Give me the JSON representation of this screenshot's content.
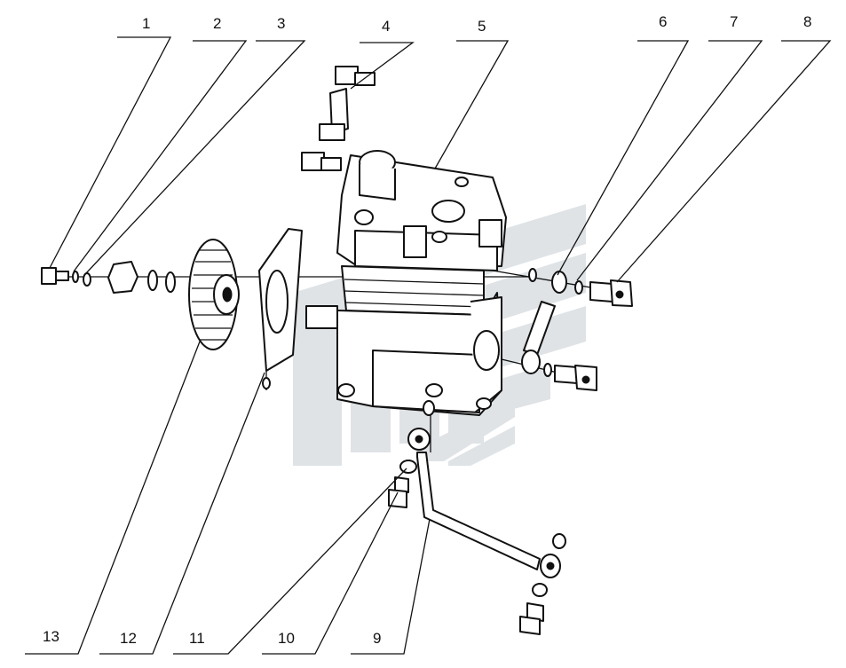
{
  "diagram": {
    "callouts": [
      "1",
      "2",
      "3",
      "4",
      "5",
      "6",
      "7",
      "8",
      "9",
      "10",
      "11",
      "12",
      "13"
    ],
    "colors": {
      "ink": "#111111",
      "watermark": "#dfe3e6",
      "background": "#ffffff"
    }
  }
}
